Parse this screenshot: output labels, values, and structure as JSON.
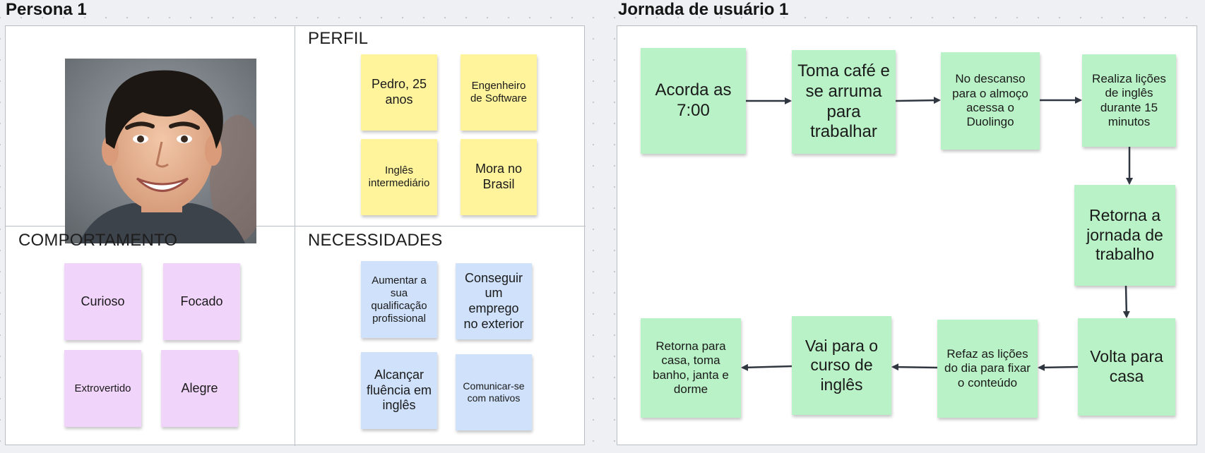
{
  "persona": {
    "title": "Persona 1",
    "perfil": {
      "label": "PERFIL",
      "notes": [
        "Pedro, 25 anos",
        "Engenheiro de Software",
        "Inglês intermediário",
        "Mora no Brasil"
      ]
    },
    "comportamento": {
      "label": "COMPORTAMENTO",
      "notes": [
        "Curioso",
        "Focado",
        "Extrovertido",
        "Alegre"
      ]
    },
    "necessidades": {
      "label": "NECESSIDADES",
      "notes": [
        "Aumentar a sua qualificação profissional",
        "Conseguir um emprego no exterior",
        "Alcançar fluência em inglês",
        "Comunicar-se com nativos"
      ]
    },
    "avatar_icon": "person-photo"
  },
  "journey": {
    "title": "Jornada de usuário 1",
    "steps": [
      "Acorda as 7:00",
      "Toma café e se arruma para trabalhar",
      "No descanso para o almoço acessa o Duolingo",
      "Realiza lições de inglês durante 15 minutos",
      "Retorna a jornada de trabalho",
      "Volta para casa",
      "Refaz as lições do dia para fixar o conteúdo",
      "Vai para o curso de inglês",
      "Retorna para casa, toma banho, janta e dorme"
    ]
  },
  "colors": {
    "yellow": "#fff39c",
    "purple": "#f1d4fa",
    "blue": "#cfe1fb",
    "green": "#b9f2c6",
    "arrow": "#2f3640"
  }
}
